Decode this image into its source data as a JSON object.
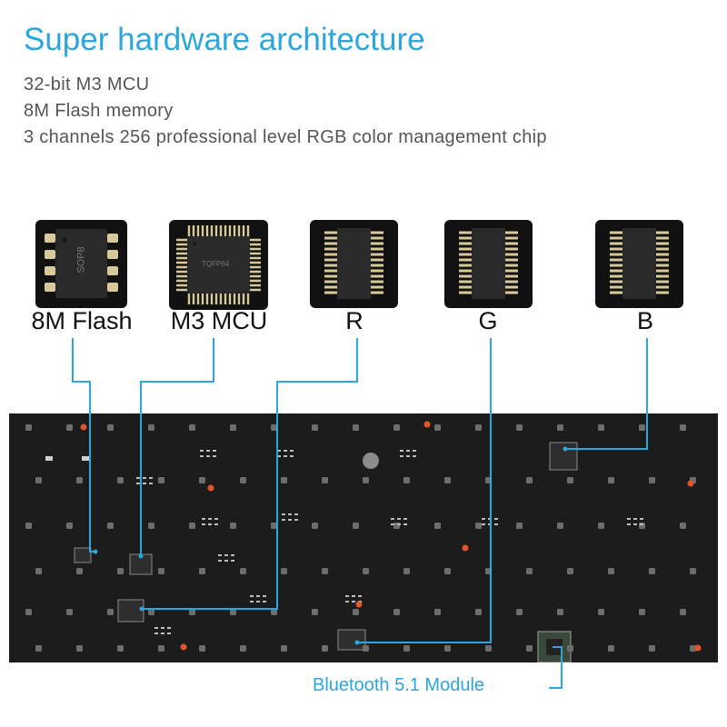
{
  "header": {
    "title": "Super hardware architecture",
    "features": [
      "32-bit M3 MCU",
      "8M Flash memory",
      "3 channels 256 professional level RGB color management chip"
    ]
  },
  "chips": [
    {
      "id": "flash",
      "label": "8M Flash",
      "marking": "SOP8"
    },
    {
      "id": "mcu",
      "label": "M3 MCU",
      "marking": "TQFP64"
    },
    {
      "id": "r",
      "label": "R"
    },
    {
      "id": "g",
      "label": "G"
    },
    {
      "id": "b",
      "label": "B"
    }
  ],
  "callout": {
    "label": "Bluetooth 5.1 Module"
  },
  "colors": {
    "accent": "#2ba6df",
    "board": "#1c1c1c",
    "chip_body": "#111111",
    "pin": "#d8c99a"
  }
}
